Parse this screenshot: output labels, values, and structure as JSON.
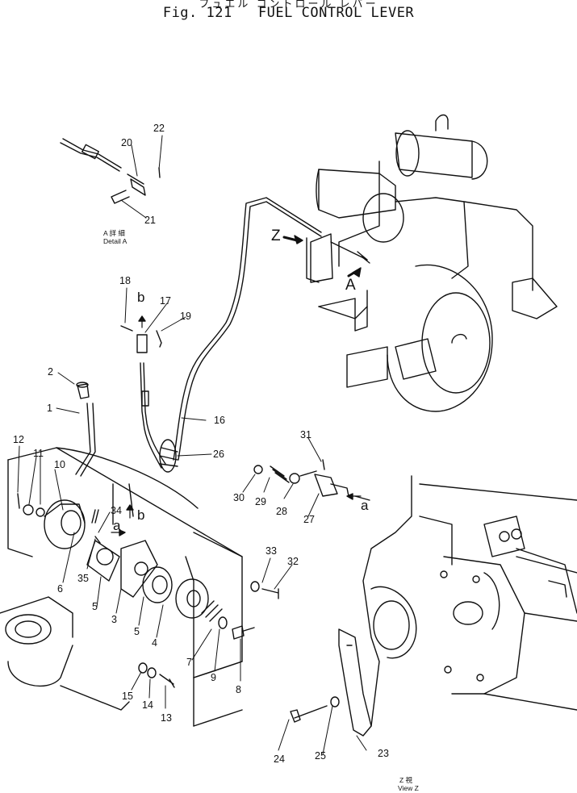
{
  "header": {
    "japanese_title": "フュエル コントロール レバー",
    "figure_number": "Fig. 121",
    "title": "FUEL CONTROL LEVER"
  },
  "captions": {
    "detail_a_jp": "A 詳 細",
    "detail_a": "Detail A",
    "view_z_jp": "Z 視",
    "view_z": "View Z"
  },
  "view_markers": {
    "z": "Z",
    "a": "A",
    "b_top": "b",
    "b_lower": "b",
    "a_left": "a",
    "a_right": "a"
  },
  "part_numbers": [
    "1",
    "2",
    "3",
    "4",
    "5",
    "5",
    "6",
    "7",
    "8",
    "9",
    "10",
    "11",
    "12",
    "13",
    "14",
    "15",
    "16",
    "17",
    "18",
    "19",
    "20",
    "21",
    "22",
    "23",
    "24",
    "25",
    "26",
    "27",
    "28",
    "29",
    "30",
    "31",
    "32",
    "33",
    "34",
    "35"
  ]
}
